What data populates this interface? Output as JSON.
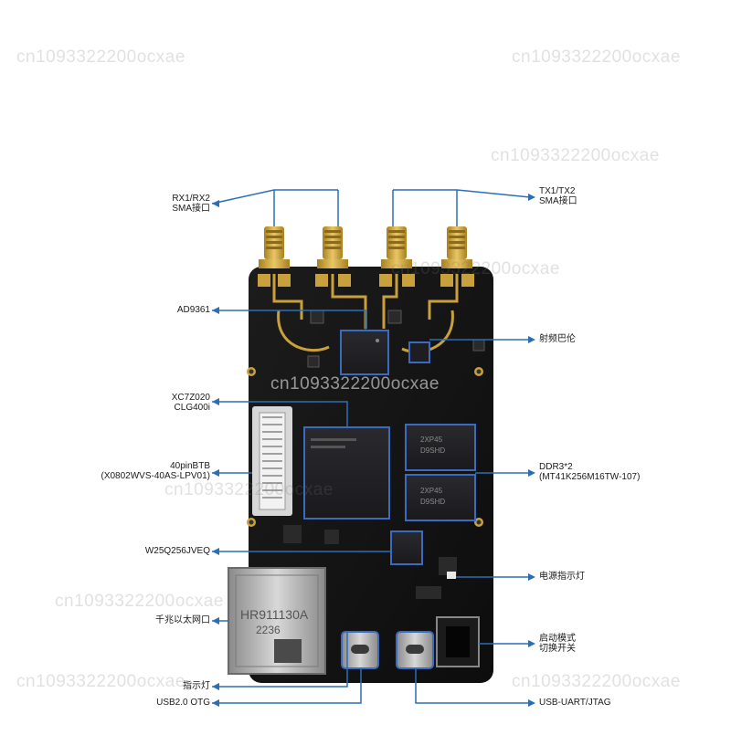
{
  "labels": {
    "rx_sma": [
      "RX1/RX2",
      "SMA接口"
    ],
    "tx_sma": [
      "TX1/TX2",
      "SMA接口"
    ],
    "ad9361": [
      "AD9361"
    ],
    "rf_balun": [
      "射频巴伦"
    ],
    "soc": [
      "XC7Z020",
      "CLG400i"
    ],
    "btb": [
      "40pinBTB",
      "(X0802WVS-40AS-LPV01)"
    ],
    "ddr": [
      "DDR3*2",
      "(MT41K256M16TW-107)"
    ],
    "flash": [
      "W25Q256JVEQ"
    ],
    "power_led": [
      "电源指示灯"
    ],
    "ethernet": [
      "千兆以太网口"
    ],
    "boot_switch": [
      "启动模式",
      "切换开关"
    ],
    "usb_uart": [
      "USB-UART/JTAG"
    ],
    "usb_otg": [
      "USB2.0 OTG"
    ],
    "status_led": [
      "指示灯"
    ]
  },
  "chip_markings": {
    "ethernet_jack": [
      "HR911130A",
      "2236"
    ],
    "ddr_chip": [
      "2XP45",
      "D9SHD"
    ]
  },
  "watermark": "cn1093322200ocxae",
  "colors": {
    "leader_line": "#2a6fb4",
    "pcb": "#151515",
    "gold": "#c9a13c",
    "label_text": "#1a1a1a"
  }
}
